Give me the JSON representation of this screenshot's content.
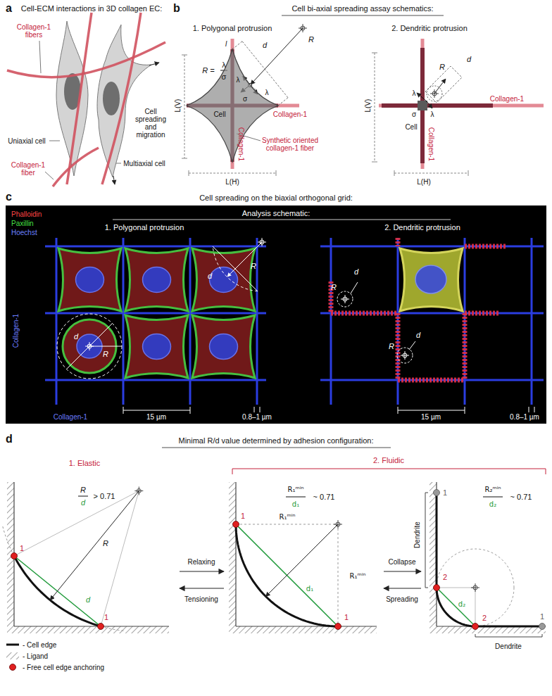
{
  "diagram": {
    "nodes": [
      {
        "text": [
          "Cell"
        ]
      }
    ],
    "labels": [
      "a",
      "Cell-ECM interactions in 3D collagen EC:",
      "Collagen-1 fibers",
      "Cell spreading and migration",
      "Uniaxial cell",
      "Multiaxial cell",
      "Collagen-1 fiber",
      "b",
      "Cell bi-axial spreading assay schematics:",
      "1. Polygonal protrusion",
      "2. Dendritic protrusion",
      "R =",
      "λ",
      "σ",
      "l",
      "d",
      "R",
      "λ",
      "λ",
      "σ",
      "L(V)",
      "L(H)",
      "Collagen-1",
      "Collagen-1",
      "Synthetic oriented collagen-1 fiber",
      "d",
      "R",
      "λ",
      "λ",
      "σ",
      "Cell",
      "Collagen-1",
      "Collagen-1",
      "L(V)",
      "L(H)",
      "c",
      "Cell spreading on the biaxial orthogonal grid:",
      "Phalloidin",
      "Paxillin",
      "Hoechst",
      "Analysis schematic:",
      "1. Polygonal protrusion",
      "2. Dendritic protrusion",
      "R",
      "d",
      "d",
      "R",
      "15 µm",
      "0.8–1 µm",
      "Collagen-1",
      "Collagen-1",
      "R",
      "d",
      "d",
      "R",
      "15 µm",
      "0.8–1 µm",
      "d",
      "Minimal R/d value determined by adhesion configuration:",
      "1. Elastic",
      "2. Fluidic",
      "R",
      "d",
      "> 0.71",
      "R",
      "d",
      "1",
      "1",
      "Relaxing",
      "Tensioning",
      "R₁ᵐⁱⁿ",
      "d₁",
      "~ 0.71",
      "R₁ᵐⁱⁿ",
      "R₁ᵐⁱⁿ",
      "d₁",
      "1",
      "1",
      "Collapse",
      "Spreading",
      "R₂ᵐⁱⁿ",
      "d₂",
      "~ 0.71",
      "Dendrite",
      "Dendrite",
      "1",
      "2",
      "2",
      "1",
      "d₂"
    ],
    "legend": [
      {
        "text": "- Cell edge"
      },
      {
        "text": "- Ligand"
      },
      {
        "text": "- Free cell edge anchoring"
      }
    ]
  }
}
